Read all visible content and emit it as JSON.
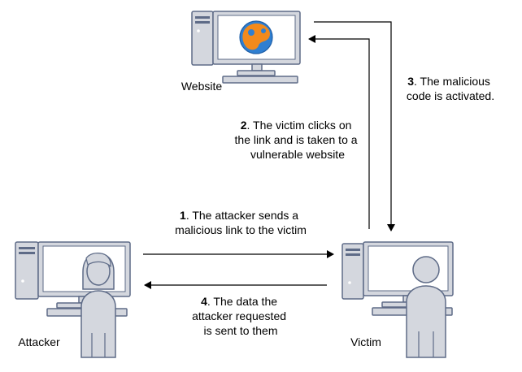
{
  "nodes": {
    "website": {
      "label": "Website"
    },
    "attacker": {
      "label": "Attacker"
    },
    "victim": {
      "label": "Victim"
    }
  },
  "steps": [
    {
      "num": "1",
      "lines": [
        ". The attacker sends a",
        "malicious link to the victim"
      ]
    },
    {
      "num": "2",
      "lines": [
        ". The victim clicks on",
        "the link and is taken to a",
        "vulnerable website"
      ]
    },
    {
      "num": "3",
      "lines": [
        ". The malicious",
        "code is activated."
      ]
    },
    {
      "num": "4",
      "lines": [
        ". The data the",
        "attacker requested",
        "is sent to them"
      ]
    }
  ],
  "colors": {
    "device_fill": "#d4d7de",
    "device_stroke": "#5e6b87",
    "screen": "#ffffff",
    "arrow": "#000000",
    "globe_orange": "#f28a1c",
    "globe_blue": "#2f7fd1"
  },
  "icons": {
    "computer": "desktop-computer-icon",
    "person": "person-icon",
    "globe": "globe-icon"
  }
}
